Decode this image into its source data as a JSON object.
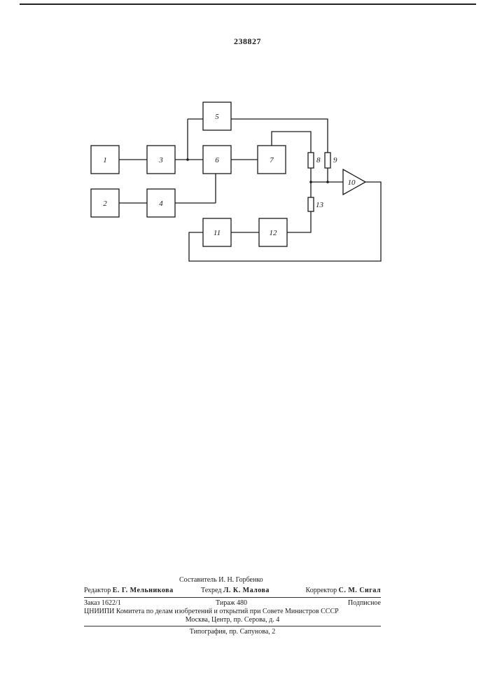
{
  "patent_number": "238827",
  "diagram": {
    "blocks": [
      "1",
      "2",
      "3",
      "4",
      "5",
      "6",
      "7",
      "11",
      "12"
    ],
    "resistors": [
      "8",
      "9",
      "13"
    ],
    "amplifier": "10"
  },
  "footer": {
    "compiler": "Составитель И. Н. Горбенко",
    "editor_label": "Редактор",
    "editor_name": "Е. Г. Мельникова",
    "techred_label": "Техред",
    "techred_name": "Л. К. Малова",
    "corrector_label": "Корректор",
    "corrector_name": "С. М. Сигал",
    "order": "Заказ 1622/1",
    "circulation": "Тираж 480",
    "subscription": "Подписное",
    "organization": "ЦНИИПИ Комитета по делам изобретений и открытий при Совете Министров СССР",
    "address": "Москва, Центр, пр. Серова, д. 4",
    "printing": "Типография, пр. Сапунова, 2"
  }
}
